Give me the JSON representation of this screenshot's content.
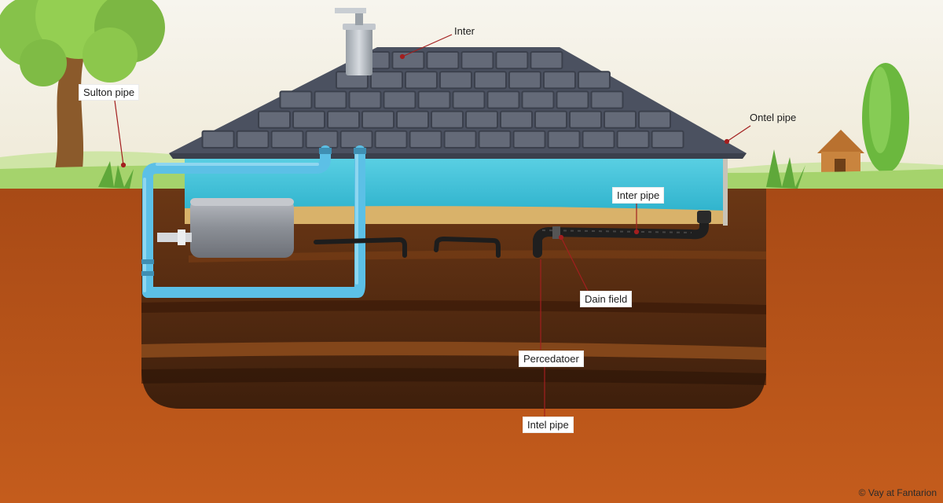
{
  "labels": {
    "inter": "Inter",
    "sulton_pipe": "Sulton pipe",
    "ontel_pipe": "Ontel pipe",
    "inter_pipe": "Inter pipe",
    "dain_field": "Dain field",
    "percedatoer": "Percedatoer",
    "intel_pipe": "Intel pipe"
  },
  "credit": "© Vay at Fantarion",
  "colors": {
    "sky": "#f4f0e4",
    "grass": "#9fd16a",
    "soil": "#b9561b",
    "soil_dark": "#5a2c10",
    "water": "#3fc0d8",
    "roof": "#4f5563",
    "pipe": "#5cc0e6",
    "leader_line": "#a31f1f"
  }
}
